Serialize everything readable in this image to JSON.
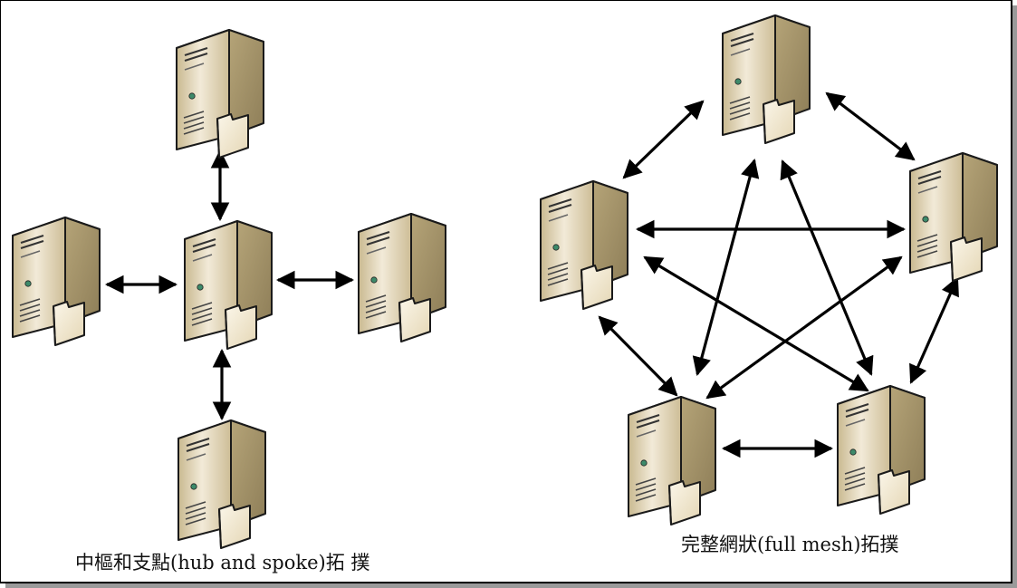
{
  "diagrams": {
    "hub_and_spoke": {
      "caption": "中樞和支點(hub and spoke)拓 撲",
      "hub": "server",
      "spokes": [
        "server",
        "server",
        "server",
        "server"
      ],
      "links": "bidirectional"
    },
    "full_mesh": {
      "caption": "完整網狀(full mesh)拓撲",
      "nodes": [
        "server",
        "server",
        "server",
        "server",
        "server"
      ],
      "links": "bidirectional"
    }
  },
  "icons": {
    "node": "server-tower-icon",
    "connector": "double-arrow-icon"
  },
  "colors": {
    "server_body": "#d9cba8",
    "server_outline": "#1a1a1a",
    "arrow": "#000000",
    "background": "#ffffff"
  }
}
